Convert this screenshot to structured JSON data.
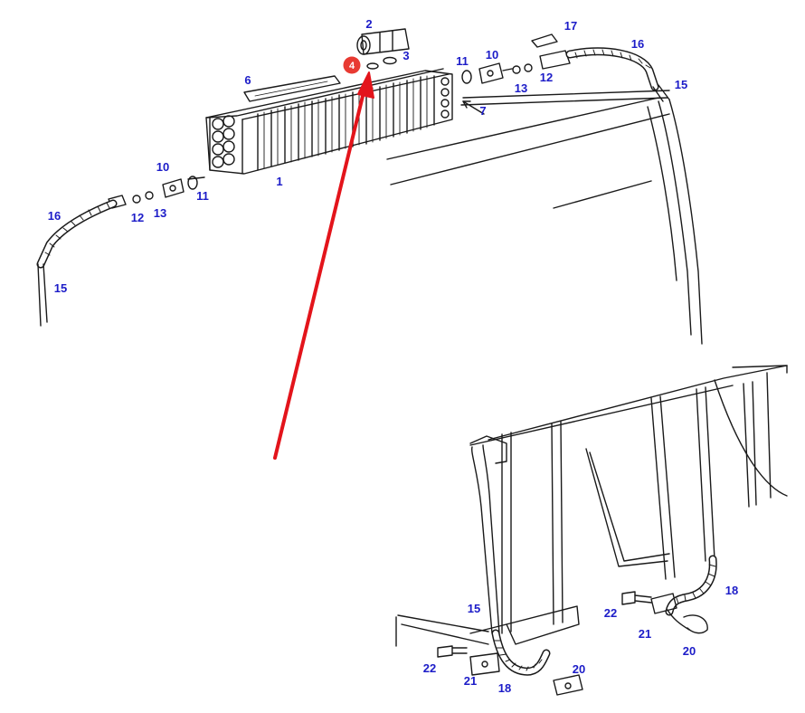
{
  "colors": {
    "line": "#1a1a1a",
    "label": "#1c1cc8",
    "arrow": "#e3141b",
    "highlight_fill": "#e83a32",
    "highlight_text": "#ffffff"
  },
  "highlight": {
    "label": "4",
    "icon": "arrow-pointer-icon"
  },
  "callouts": [
    {
      "id": "c1",
      "text": "1"
    },
    {
      "id": "c2",
      "text": "2"
    },
    {
      "id": "c3",
      "text": "3"
    },
    {
      "id": "c6",
      "text": "6"
    },
    {
      "id": "c7",
      "text": "7"
    },
    {
      "id": "c10a",
      "text": "10"
    },
    {
      "id": "c10b",
      "text": "10"
    },
    {
      "id": "c11a",
      "text": "11"
    },
    {
      "id": "c11b",
      "text": "11"
    },
    {
      "id": "c12a",
      "text": "12"
    },
    {
      "id": "c12b",
      "text": "12"
    },
    {
      "id": "c13a",
      "text": "13"
    },
    {
      "id": "c13b",
      "text": "13"
    },
    {
      "id": "c15a",
      "text": "15"
    },
    {
      "id": "c15b",
      "text": "15"
    },
    {
      "id": "c15c",
      "text": "15"
    },
    {
      "id": "c16a",
      "text": "16"
    },
    {
      "id": "c16b",
      "text": "16"
    },
    {
      "id": "c17",
      "text": "17"
    },
    {
      "id": "c18a",
      "text": "18"
    },
    {
      "id": "c18b",
      "text": "18"
    },
    {
      "id": "c20a",
      "text": "20"
    },
    {
      "id": "c20b",
      "text": "20"
    },
    {
      "id": "c21a",
      "text": "21"
    },
    {
      "id": "c21b",
      "text": "21"
    },
    {
      "id": "c22a",
      "text": "22"
    },
    {
      "id": "c22b",
      "text": "22"
    }
  ]
}
